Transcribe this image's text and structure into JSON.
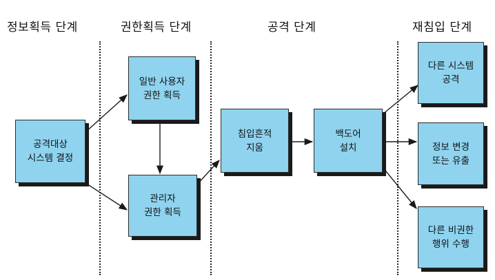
{
  "stages": {
    "info": "정보획득 단계",
    "privilege": "권한획득 단계",
    "attack": "공격 단계",
    "reentry": "재침입 단계"
  },
  "boxes": {
    "target": [
      "공격대상",
      "시스템 결정"
    ],
    "user_priv": [
      "일반 사용자",
      "권한 획득"
    ],
    "admin_priv": [
      "관리자",
      "권한 획득"
    ],
    "erase_trace": [
      "침입흔적",
      "지움"
    ],
    "backdoor": [
      "백도어",
      "설치"
    ],
    "attack_other": [
      "다른 시스템",
      "공격"
    ],
    "modify_info": [
      "정보 변경",
      "또는 유출"
    ],
    "unauthorized": [
      "다른 비권한",
      "행위 수행"
    ]
  },
  "colors": {
    "box_fill": "#8fd3ef",
    "shadow": "#1a1a1a",
    "line": "#1a1a1a"
  }
}
